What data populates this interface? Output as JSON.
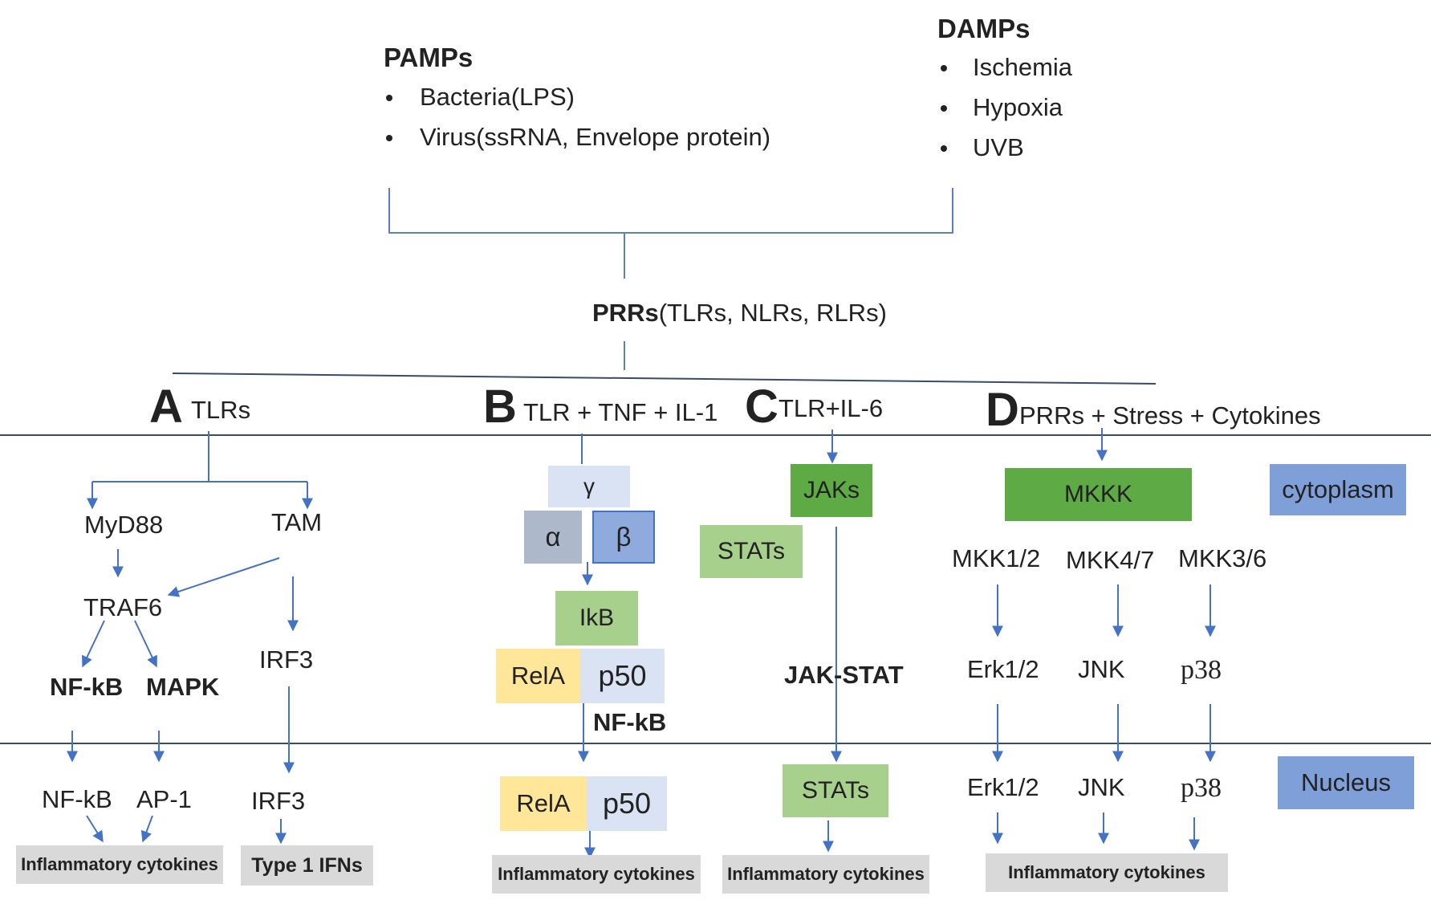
{
  "pamps": {
    "title": "PAMPs",
    "items": [
      "Bacteria(LPS)",
      "Virus(ssRNA, Envelope protein)"
    ]
  },
  "damps": {
    "title": "DAMPs",
    "items": [
      "Ischemia",
      "Hypoxia",
      "UVB"
    ]
  },
  "prrs": {
    "bold": "PRRs",
    "rest": "(TLRs, NLRs, RLRs)"
  },
  "panels": {
    "a": {
      "letter": "A",
      "label": "TLRs"
    },
    "b": {
      "letter": "B",
      "label": "TLR + TNF + IL-1"
    },
    "c": {
      "letter": "C",
      "label": "TLR+IL-6"
    },
    "d": {
      "letter": "D",
      "label": "PRRs + Stress + Cytokines"
    }
  },
  "a": {
    "myd88": "MyD88",
    "tam": "TAM",
    "traf6": "TRAF6",
    "nfkb": "NF-kB",
    "mapk": "MAPK",
    "irf3_cyto": "IRF3",
    "nfkb_nuc": "NF-kB",
    "ap1": "AP-1",
    "irf3_nuc": "IRF3",
    "out_inflam": "Inflammatory cytokines",
    "out_ifn": "Type 1 IFNs"
  },
  "b": {
    "gamma": "γ",
    "alpha": "α",
    "beta": "β",
    "ikb": "IkB",
    "rela": "RelA",
    "p50": "p50",
    "nfkb": "NF-kB",
    "rela_nuc": "RelA",
    "p50_nuc": "p50",
    "out": "Inflammatory cytokines"
  },
  "c": {
    "jaks": "JAKs",
    "stats": "STATs",
    "jakstat": "JAK-STAT",
    "stats_nuc": "STATs",
    "out": "Inflammatory cytokines"
  },
  "d": {
    "mkkk": "MKKK",
    "mkk12": "MKK1/2",
    "mkk47": "MKK4/7",
    "mkk36": "MKK3/6",
    "erk": "Erk1/2",
    "jnk": "JNK",
    "p38": "p38",
    "erk_nuc": "Erk1/2",
    "jnk_nuc": "JNK",
    "p38_nuc": "p38",
    "out": "Inflammatory cytokines"
  },
  "compartments": {
    "cytoplasm": "cytoplasm",
    "nucleus": "Nucleus"
  },
  "colors": {
    "arrow": "#4472c4",
    "line": "#5b7fbf",
    "dark_green": "#5eaa45",
    "light_green": "#a8d08d",
    "yellow": "#ffe699",
    "light_blue": "#dae3f3",
    "blue": "#8faadc",
    "grey_blue": "#adb9ca",
    "comp_blue": "#7f9fd8",
    "grey": "#d9d9d9"
  }
}
